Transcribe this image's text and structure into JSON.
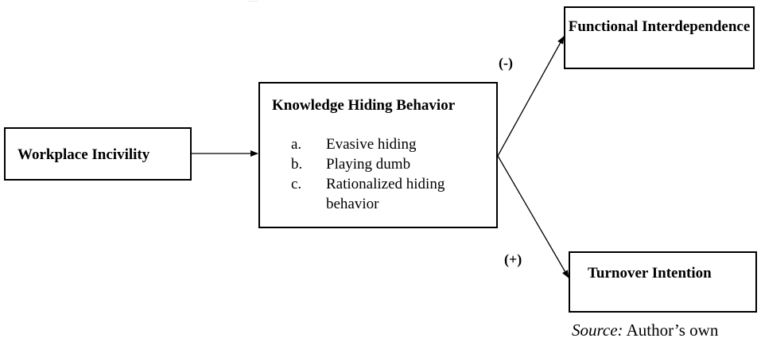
{
  "nodes": {
    "workplace_incivility": "Workplace Incivility",
    "knowledge_hiding": {
      "title": "Knowledge Hiding Behavior",
      "items": [
        {
          "marker": "a.",
          "text": "Evasive hiding"
        },
        {
          "marker": "b.",
          "text": "Playing dumb"
        },
        {
          "marker": "c.",
          "text": "Rationalized hiding behavior"
        }
      ]
    },
    "functional_interdependence": "Functional Interdependence",
    "turnover_intention": "Turnover Intention"
  },
  "edges": [
    {
      "from": "workplace_incivility",
      "to": "knowledge_hiding",
      "sign": ""
    },
    {
      "from": "knowledge_hiding",
      "to": "functional_interdependence",
      "sign": "(-)"
    },
    {
      "from": "knowledge_hiding",
      "to": "turnover_intention",
      "sign": "(+)"
    }
  ],
  "source_note": {
    "label": "Source:",
    "text": " Author’s own"
  },
  "colors": {
    "line": "#000000",
    "background": "#ffffff"
  }
}
